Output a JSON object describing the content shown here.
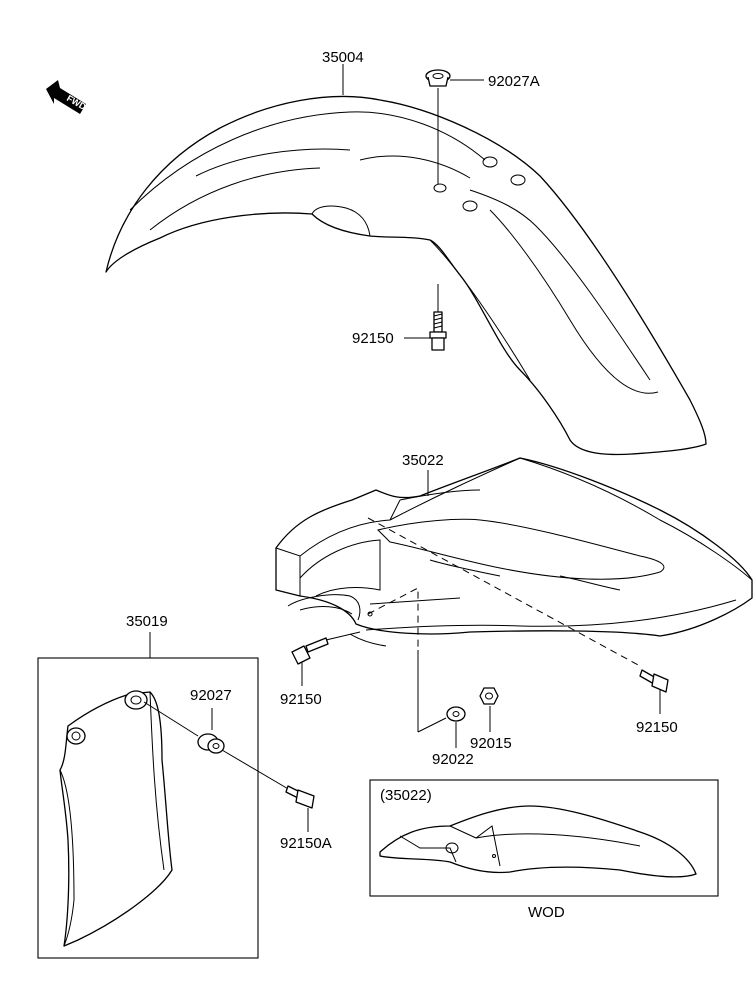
{
  "parts": {
    "front_fender": "35004",
    "rear_fender": "35022",
    "mud_guard": "35019",
    "cap_92027A": "92027A",
    "bolt_92150_upper": "92150",
    "bolt_92150_left": "92150",
    "bolt_92150_right": "92150",
    "washer_92022": "92022",
    "nut_92015": "92015",
    "collar_92027": "92027",
    "bolt_92150A": "92150A"
  },
  "inset": {
    "title": "(35022)",
    "caption": "WOD"
  },
  "fwd_label": "FWD"
}
